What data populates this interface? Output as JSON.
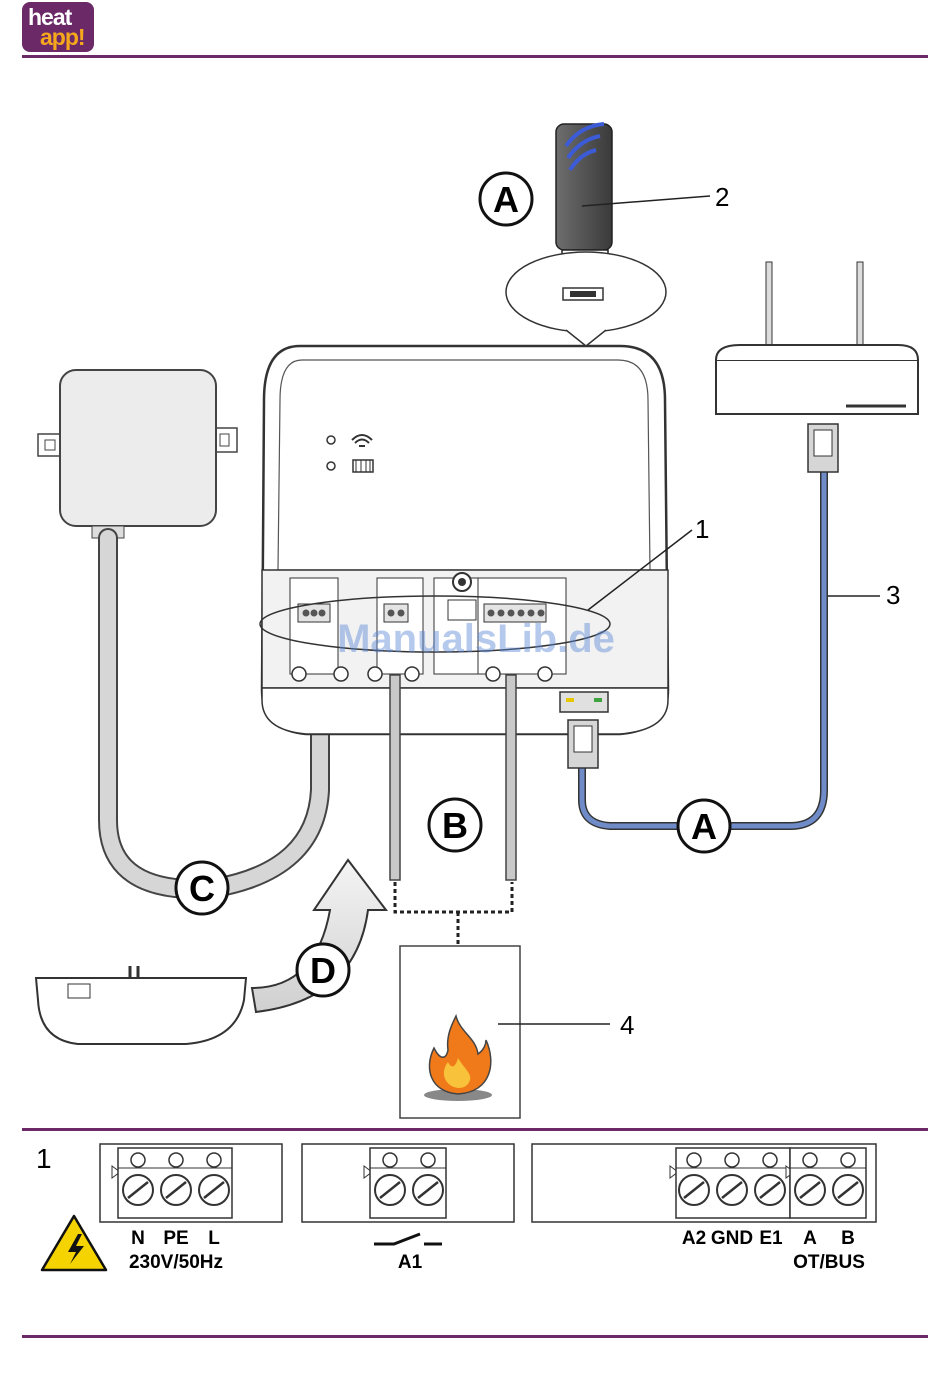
{
  "logo": {
    "line1": "heat",
    "line2": "app!"
  },
  "diagram": {
    "step_labels": {
      "a_top": "A",
      "a_bottom": "A",
      "b": "B",
      "c": "C",
      "d": "D"
    },
    "callouts": {
      "n1": "1",
      "n2": "2",
      "n3": "3",
      "n4": "4"
    },
    "watermark": "ManualsLib.de"
  },
  "detail": {
    "number": "1",
    "block1": {
      "terminals": [
        "N",
        "PE",
        "L"
      ],
      "caption": "230V/50Hz"
    },
    "block2": {
      "caption": "A1"
    },
    "block3": {
      "terminals": [
        "A2",
        "GND",
        "E1"
      ]
    },
    "block4": {
      "terminals": [
        "A",
        "B"
      ],
      "caption": "OT/BUS"
    }
  },
  "colors": {
    "brand": "#6b2a67",
    "accent": "#f5a81c",
    "lan_cable": "#6f8cc9",
    "wifi": "#3c5bd6",
    "flame": "#f07a1a"
  }
}
